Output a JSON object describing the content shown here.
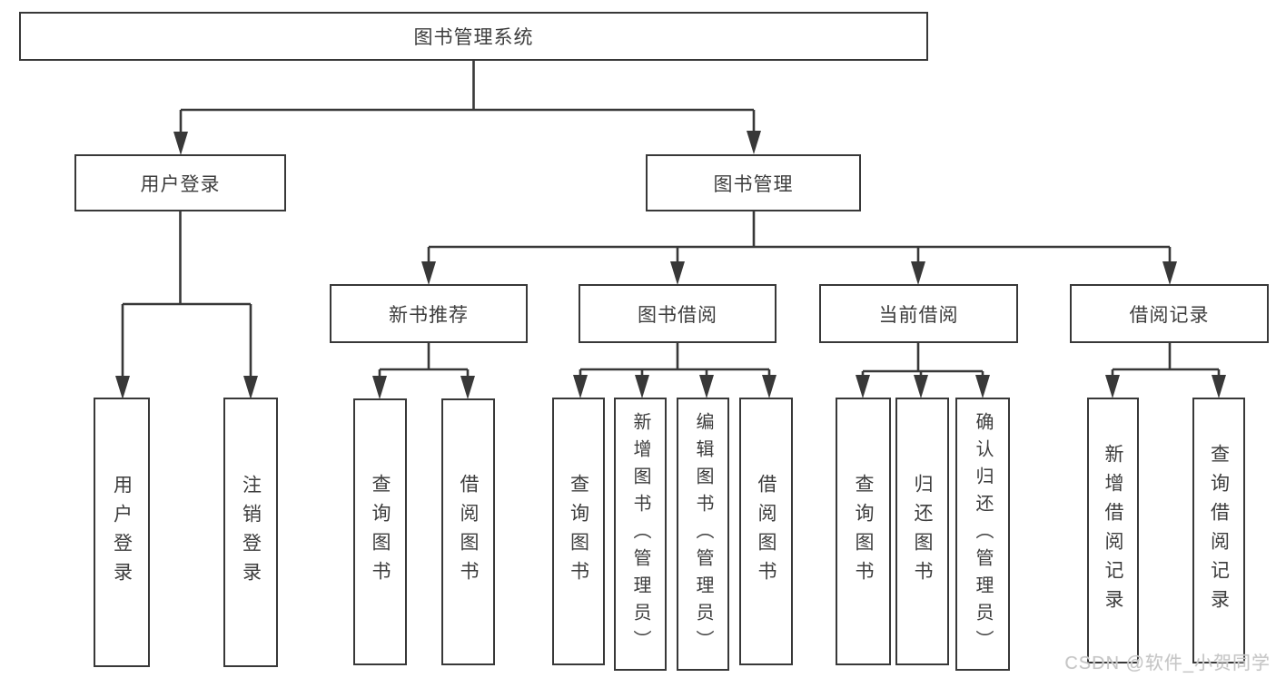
{
  "watermark": "CSDN @软件_小贺同学",
  "colors": {
    "line": "#383838",
    "text": "#3d3d3d",
    "watermark": "#c6c6c6",
    "background": "#ffffff"
  },
  "tree": {
    "root": "图书管理系统",
    "children": [
      {
        "label": "用户登录",
        "children": [
          {
            "label": "用户登录"
          },
          {
            "label": "注销登录"
          }
        ]
      },
      {
        "label": "图书管理",
        "children": [
          {
            "label": "新书推荐",
            "children": [
              {
                "label": "查询图书"
              },
              {
                "label": "借阅图书"
              }
            ]
          },
          {
            "label": "图书借阅",
            "children": [
              {
                "label": "查询图书"
              },
              {
                "label": "新增图书（管理员）"
              },
              {
                "label": "编辑图书（管理员）"
              },
              {
                "label": "借阅图书"
              }
            ]
          },
          {
            "label": "当前借阅",
            "children": [
              {
                "label": "查询图书"
              },
              {
                "label": "归还图书"
              },
              {
                "label": "确认归还（管理员）"
              }
            ]
          },
          {
            "label": "借阅记录",
            "children": [
              {
                "label": "新增借阅记录"
              },
              {
                "label": "查询借阅记录"
              }
            ]
          }
        ]
      }
    ]
  }
}
